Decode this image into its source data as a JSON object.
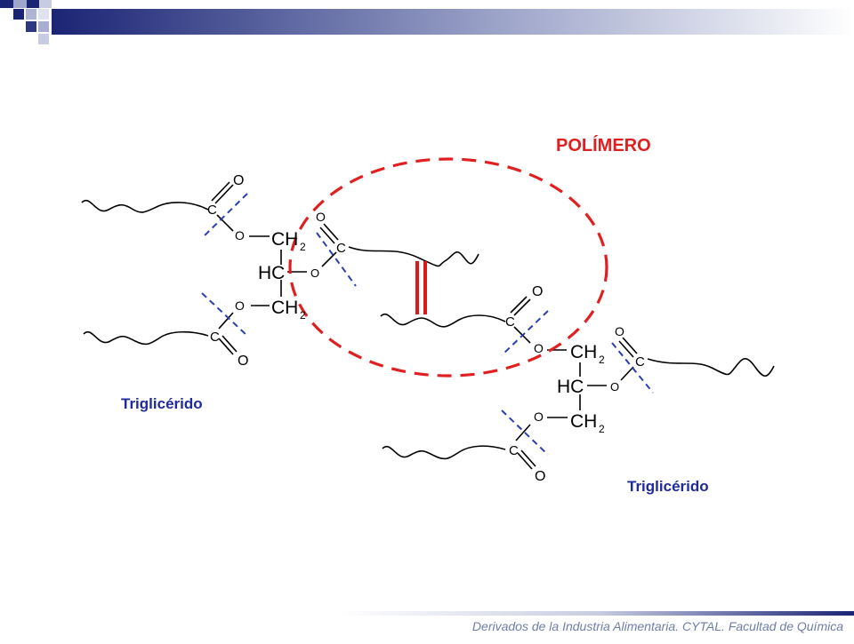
{
  "labels": {
    "polymer": "POLÍMERO",
    "triglyceride_left": "Triglicérido",
    "triglyceride_right": "Triglicérido"
  },
  "atoms": {
    "carbon": "C",
    "oxygen": "O",
    "ch2_main": "CH",
    "ch2_sub": "2",
    "hc": "HC"
  },
  "footer": "Derivados de la Industria Alimentaria.   CYTAL.   Facultad de Química",
  "colors": {
    "header_navy": "#1a2474",
    "header_gradient_end": "#ffffff",
    "label_blue": "#1f2a9c",
    "polymer_red": "#e02020",
    "cleavage_lines": "#2a3fb0",
    "footer_text": "#6f7ea8"
  },
  "icons": [
    "header-squares-decoration"
  ]
}
